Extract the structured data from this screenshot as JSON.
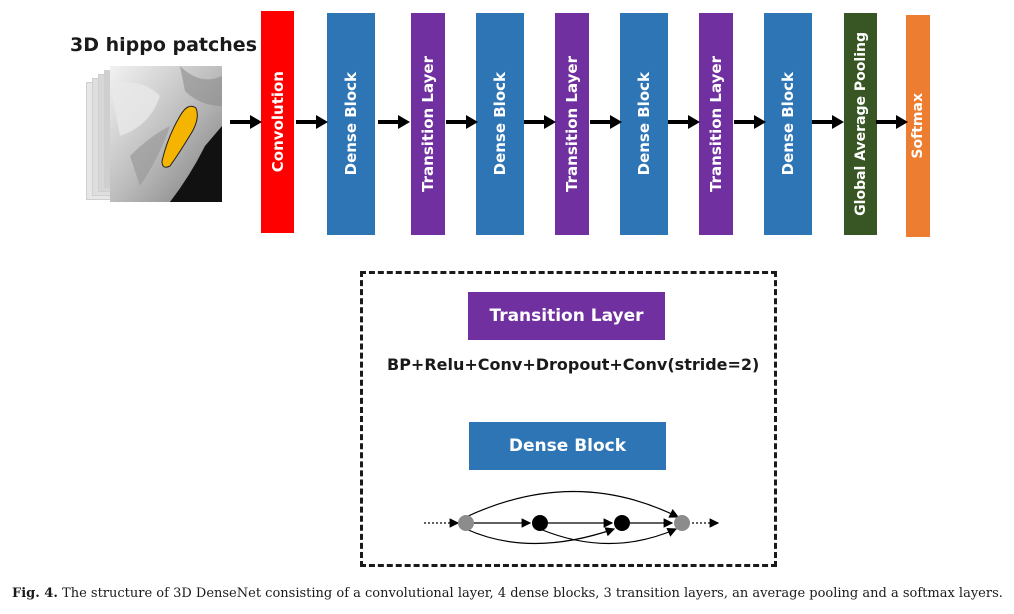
{
  "input": {
    "title": "3D hippo patches"
  },
  "pipeline": [
    {
      "label": "Convolution",
      "color": "#ff0000"
    },
    {
      "label": "Dense Block",
      "color": "#2e75b6"
    },
    {
      "label": "Transition Layer",
      "color": "#7030a0"
    },
    {
      "label": "Dense Block",
      "color": "#2e75b6"
    },
    {
      "label": "Transition Layer",
      "color": "#7030a0"
    },
    {
      "label": "Dense Block",
      "color": "#2e75b6"
    },
    {
      "label": "Transition Layer",
      "color": "#7030a0"
    },
    {
      "label": "Dense Block",
      "color": "#2e75b6"
    },
    {
      "label": "Global Average Pooling",
      "color": "#375623"
    },
    {
      "label": "Softmax",
      "color": "#ed7d31"
    }
  ],
  "legend": {
    "transition_title": "Transition Layer",
    "transition_formula": "BP+Relu+Conv+Dropout+Conv(stride=2)",
    "dense_title": "Dense Block"
  },
  "caption": {
    "label": "Fig. 4.",
    "text": "The structure of 3D DenseNet consisting of a convolutional layer, 4 dense blocks, 3 transition layers, an average pooling and a softmax layers."
  }
}
